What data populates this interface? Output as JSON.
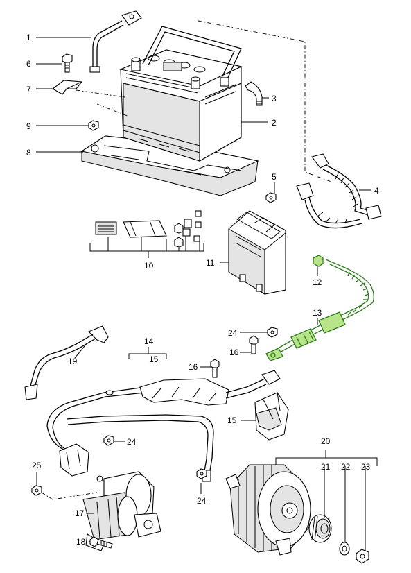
{
  "callouts": [
    {
      "id": "c1",
      "text": "1"
    },
    {
      "id": "c2",
      "text": "2"
    },
    {
      "id": "c3",
      "text": "3"
    },
    {
      "id": "c4",
      "text": "4"
    },
    {
      "id": "c5",
      "text": "5"
    },
    {
      "id": "c6",
      "text": "6"
    },
    {
      "id": "c7",
      "text": "7"
    },
    {
      "id": "c8",
      "text": "8"
    },
    {
      "id": "c9",
      "text": "9"
    },
    {
      "id": "c10",
      "text": "10"
    },
    {
      "id": "c11",
      "text": "11"
    },
    {
      "id": "c12",
      "text": "12"
    },
    {
      "id": "c13",
      "text": "13"
    },
    {
      "id": "c14",
      "text": "14"
    },
    {
      "id": "c15a",
      "text": "15"
    },
    {
      "id": "c15b",
      "text": "15"
    },
    {
      "id": "c16a",
      "text": "16"
    },
    {
      "id": "c16b",
      "text": "16"
    },
    {
      "id": "c17",
      "text": "17"
    },
    {
      "id": "c18",
      "text": "18"
    },
    {
      "id": "c19",
      "text": "19"
    },
    {
      "id": "c20",
      "text": "20"
    },
    {
      "id": "c21",
      "text": "21"
    },
    {
      "id": "c22",
      "text": "22"
    },
    {
      "id": "c23",
      "text": "23"
    },
    {
      "id": "c24a",
      "text": "24"
    },
    {
      "id": "c24b",
      "text": "24"
    },
    {
      "id": "c24c",
      "text": "24"
    },
    {
      "id": "c25",
      "text": "25"
    }
  ],
  "colors": {
    "line": "#000000",
    "highlight_fill": "#b9e58a",
    "highlight_stroke": "#2f7a1f"
  }
}
